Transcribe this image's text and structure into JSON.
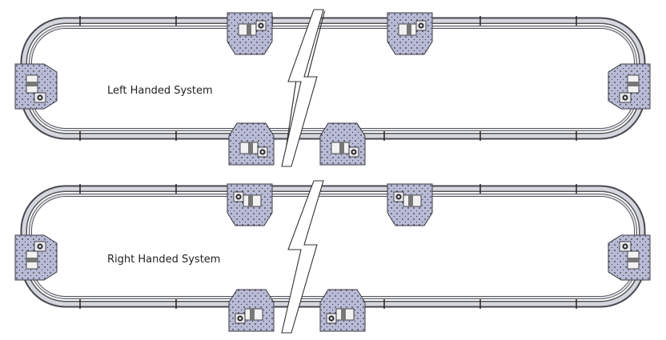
{
  "systems": [
    {
      "id": "left",
      "label": "Left Handed System"
    },
    {
      "id": "right",
      "label": "Right Handed System"
    }
  ],
  "colors": {
    "rail": "#55565a",
    "rail_fill": "#d6d7de",
    "plate": "#b9bbd6",
    "plate_stroke": "#3a3a44",
    "break": "#333333"
  }
}
